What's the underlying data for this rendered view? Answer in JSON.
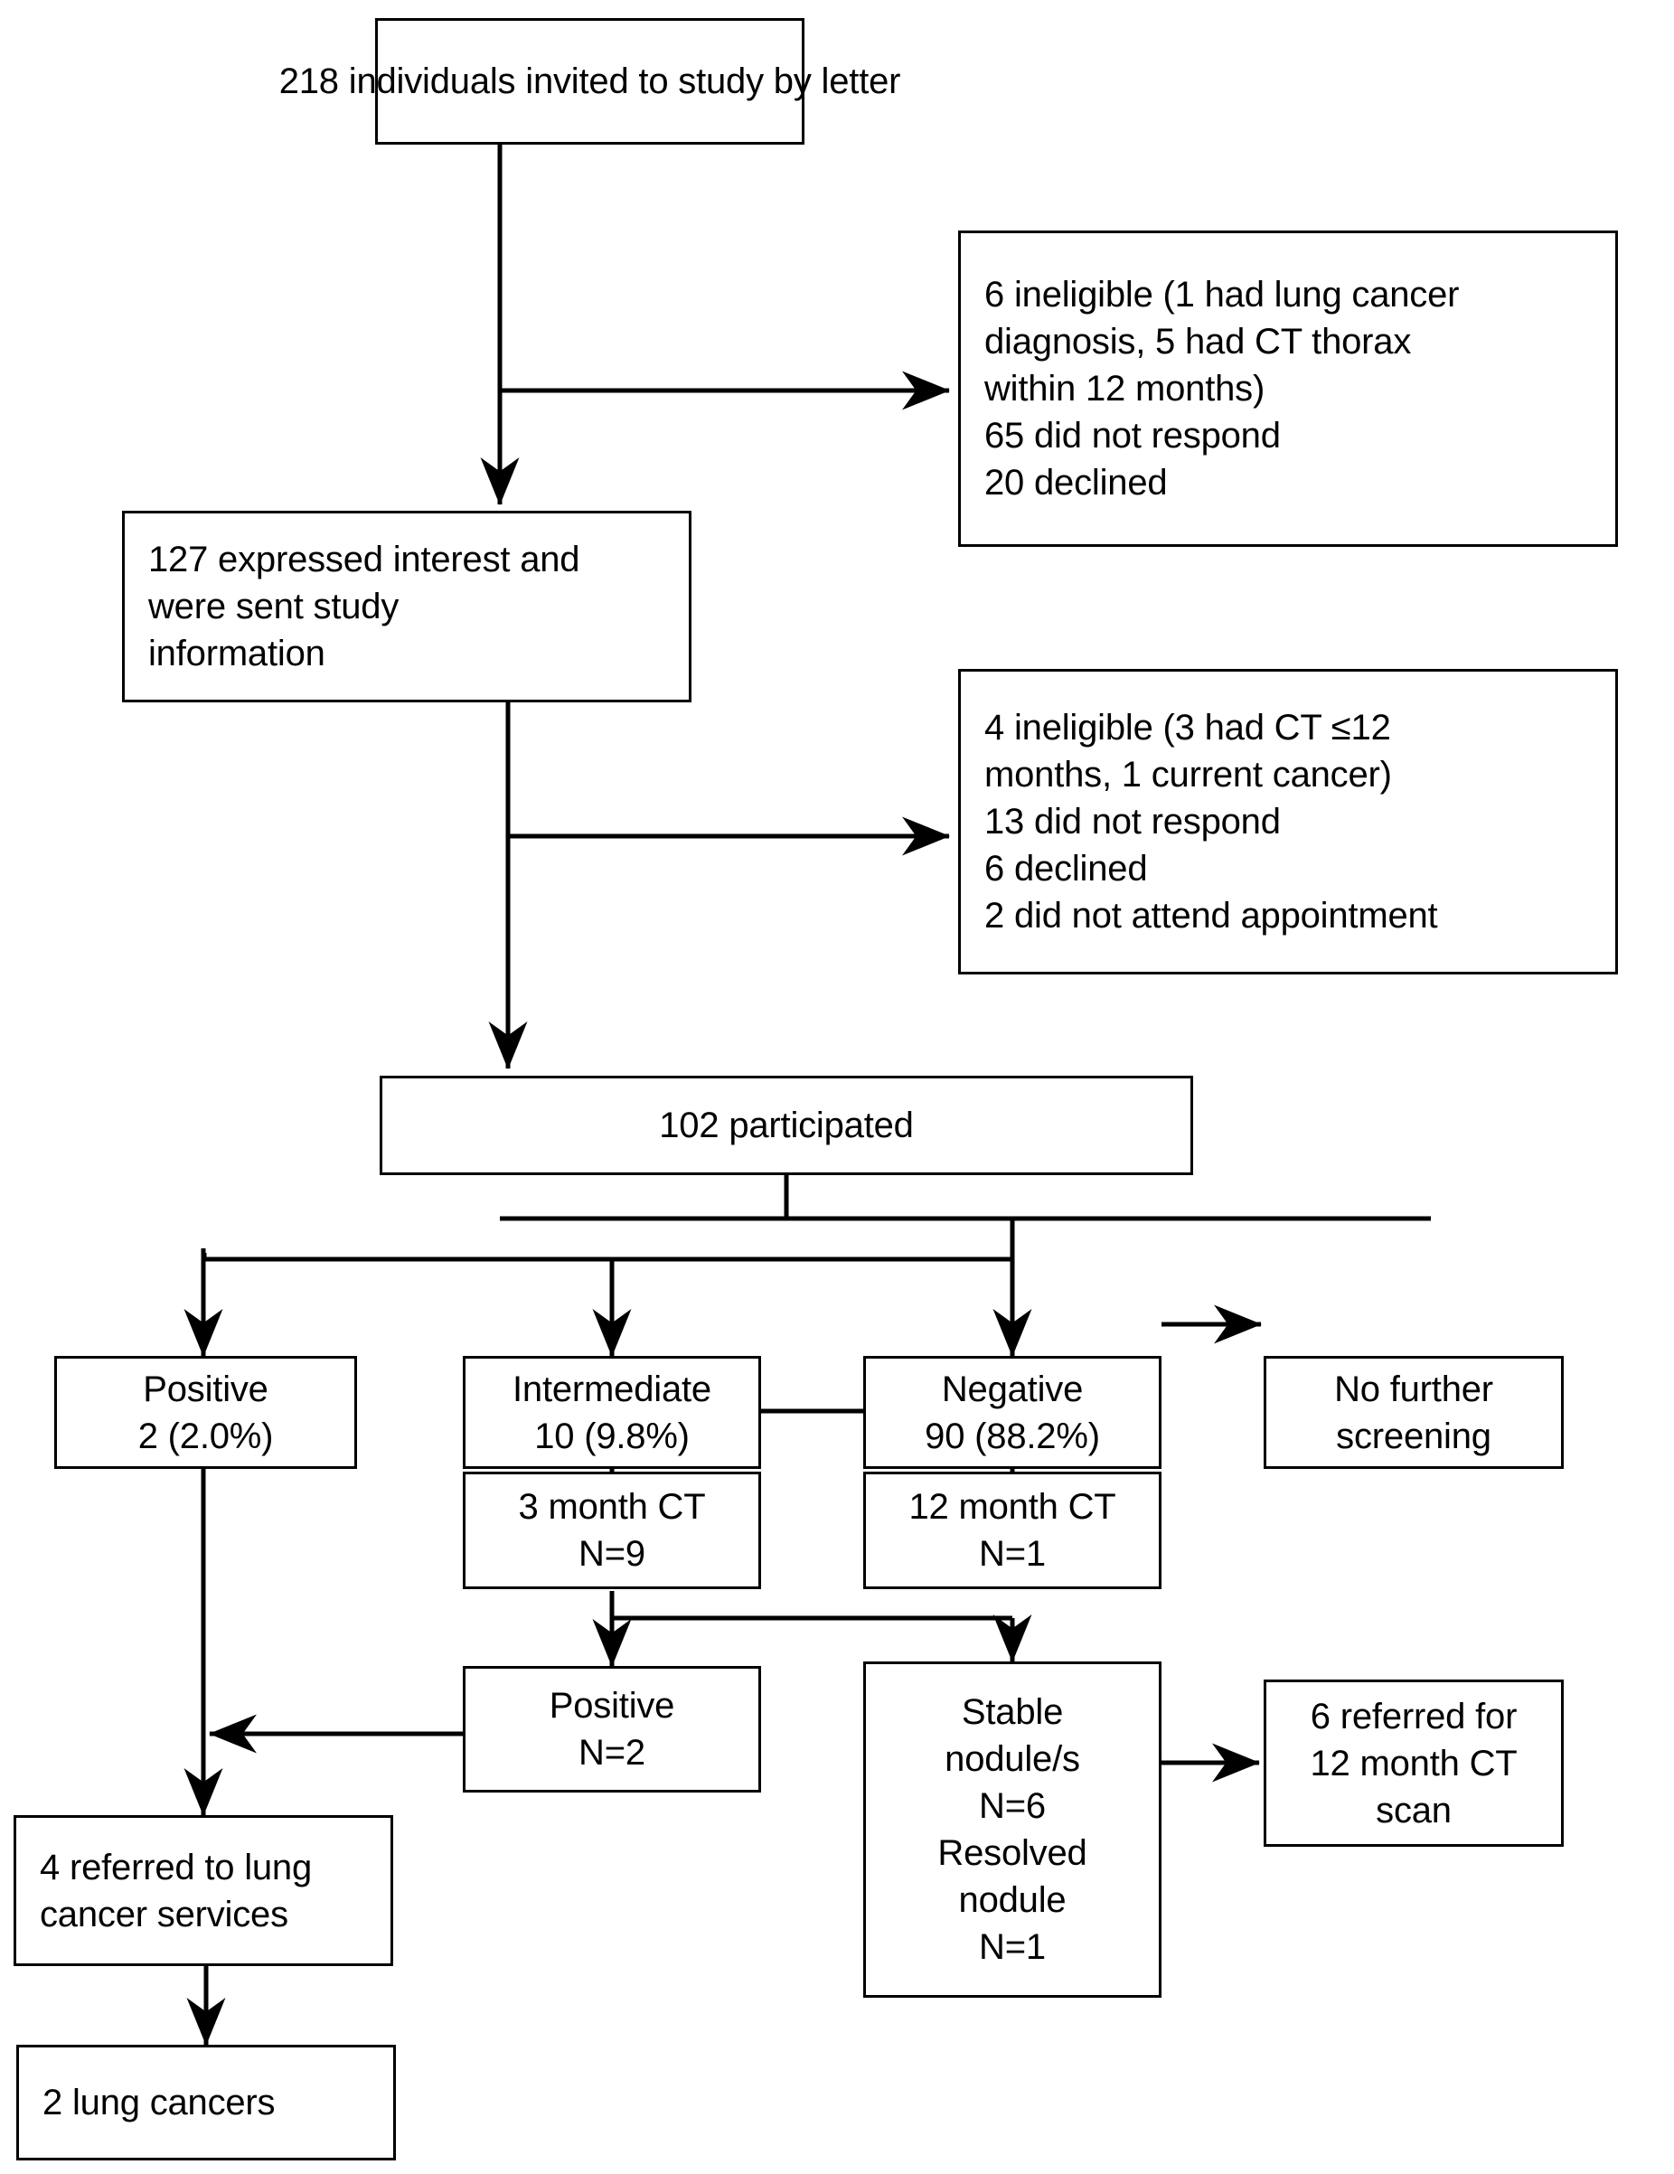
{
  "diagram": {
    "title": "Lung cancer screening study participant flow",
    "stroke_color": "#000000",
    "background_color": "#ffffff",
    "nodes": {
      "invited": {
        "lines": [
          "218 individuals invited to study by letter"
        ]
      },
      "excluded_1": {
        "lines": [
          "6 ineligible (1 had lung cancer",
          "diagnosis, 5 had CT thorax",
          "within 12 months)",
          "65 did not respond",
          "20 declined"
        ]
      },
      "expressed_interest": {
        "lines": [
          "127 expressed interest and",
          "were sent study",
          "information"
        ]
      },
      "excluded_2": {
        "lines": [
          "4 ineligible (3 had CT ≤12",
          "months, 1 current cancer)",
          "13 did not respond",
          "6 declined",
          "2 did not attend appointment"
        ]
      },
      "participated": {
        "lines": [
          "102 participated"
        ]
      },
      "positive_scan": {
        "lines": [
          "Positive",
          "2 (2.0%)"
        ]
      },
      "intermediate_scan": {
        "lines": [
          "Intermediate",
          "10 (9.8%)"
        ]
      },
      "negative_scan": {
        "lines": [
          "Negative",
          "90 (88.2%)"
        ]
      },
      "no_further_screening": {
        "lines": [
          "No further",
          "screening"
        ]
      },
      "three_month_ct": {
        "lines": [
          "3 month CT",
          "N=9"
        ]
      },
      "twelve_month_ct": {
        "lines": [
          "12 month CT",
          "N=1"
        ]
      },
      "positive_followup": {
        "lines": [
          "Positive",
          "N=2"
        ]
      },
      "stable_nodules": {
        "lines": [
          "Stable",
          "nodule/s",
          "N=6",
          "Resolved",
          "nodule",
          "N=1"
        ]
      },
      "referred_12_month_ct": {
        "lines": [
          "6 referred for",
          "12 month CT",
          "scan"
        ]
      },
      "referred_lung_services": {
        "lines": [
          "4 referred to lung",
          "cancer services"
        ]
      },
      "lung_cancers": {
        "lines": [
          "2 lung cancers"
        ]
      }
    }
  }
}
